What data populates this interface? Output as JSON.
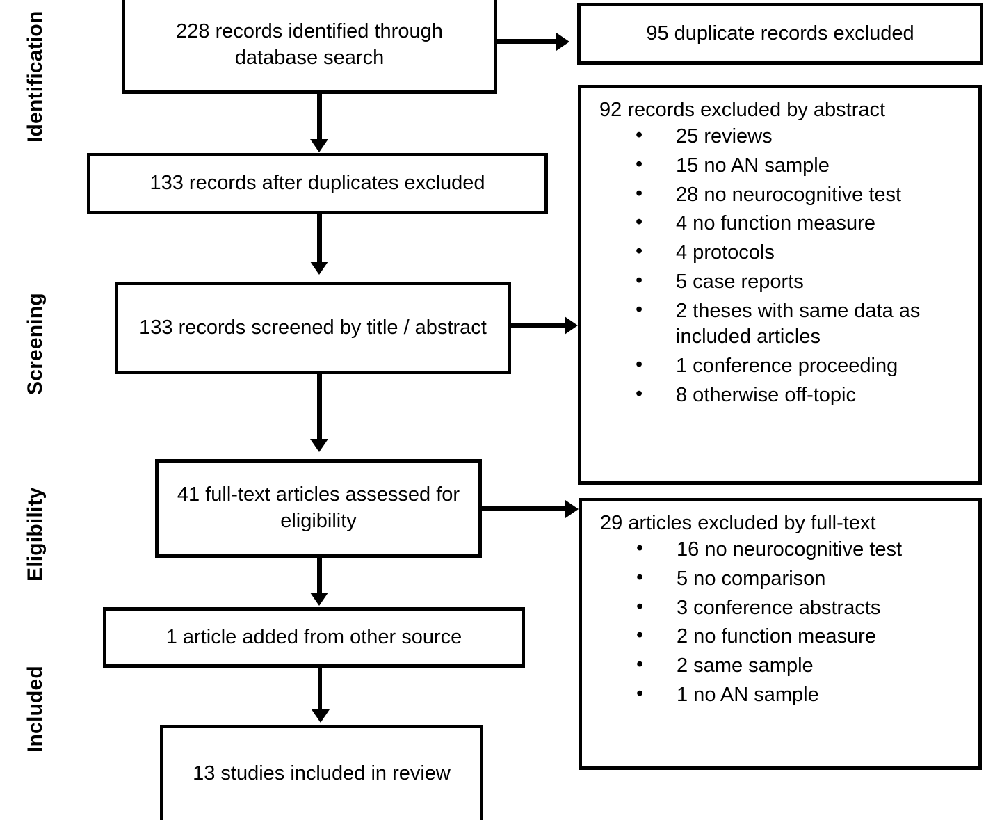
{
  "diagram": {
    "type": "prisma-flow-diagram",
    "stages": [
      {
        "id": "identification",
        "label": "Identification"
      },
      {
        "id": "screening",
        "label": "Screening"
      },
      {
        "id": "eligibility",
        "label": "Eligibility"
      },
      {
        "id": "included",
        "label": "Included"
      }
    ],
    "boxes": {
      "identified": {
        "text": "228 records identified through database search"
      },
      "duplicates_excluded": {
        "text": "95 duplicate records excluded"
      },
      "after_duplicates": {
        "text": "133 records after duplicates excluded"
      },
      "screened": {
        "text": "133 records screened by title / abstract"
      },
      "full_text_assessed": {
        "text": "41 full-text articles assessed for eligibility"
      },
      "other_source": {
        "text": "1 article added from other source"
      },
      "included_studies": {
        "text": "13 studies included in review"
      },
      "abstract_excluded": {
        "title": "92 records excluded by abstract",
        "reasons": [
          "25 reviews",
          "15 no AN sample",
          "28 no neurocognitive test",
          "4 no function measure",
          "4 protocols",
          "5 case reports",
          "2 theses with same data as included articles",
          "1 conference proceeding",
          "8 otherwise off-topic"
        ]
      },
      "fulltext_excluded": {
        "title": "29 articles excluded by full-text",
        "reasons": [
          "16 no neurocognitive test",
          "5 no comparison",
          "3 conference abstracts",
          "2 no function measure",
          "2 same sample",
          "1 no AN sample"
        ]
      }
    },
    "colors": {
      "border": "#000000",
      "background": "#ffffff",
      "text": "#000000"
    }
  }
}
